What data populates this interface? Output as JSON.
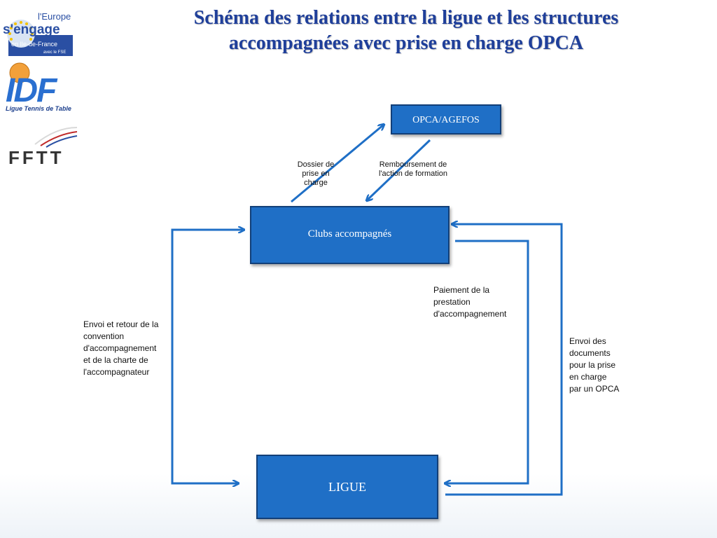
{
  "title": {
    "line1": "Schéma des relations entre la ligue et les structures",
    "line2": "accompagnées avec prise en charge OPCA"
  },
  "logos": {
    "europe": {
      "line1": "l'Europe",
      "line2": "s'engage",
      "line3": "en Ile-de-France",
      "line4": "avec le FSE"
    },
    "idf": {
      "main": "IDF",
      "caption": "Ligue Tennis de Table"
    },
    "fftt": {
      "main": "FFTT"
    }
  },
  "boxes": {
    "opca": "OPCA/AGEFOS",
    "clubs": "Clubs accompagnés",
    "ligue": "LIGUE"
  },
  "labels": {
    "dossier": "Dossier de\nprise en\ncharge",
    "remboursement": "Remboursement de\nl'action de formation",
    "paiement": "Paiement de la\nprestation\nd'accompagnement",
    "envoi_convention": "Envoi et retour de la\nconvention\nd'accompagnement\net de la charte de\nl'accompagnateur",
    "envoi_documents": "Envoi des\ndocuments\npour la prise\nen charge\npar un OPCA"
  },
  "colors": {
    "title": "#1f3f9a",
    "box_fill": "#1f6fc6",
    "box_border": "#123f78",
    "arrow": "#1f6fc6"
  }
}
